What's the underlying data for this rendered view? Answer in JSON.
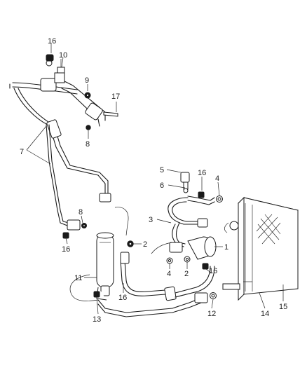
{
  "callouts": [
    {
      "id": "c16a",
      "text": "16"
    },
    {
      "id": "c10",
      "text": "10"
    },
    {
      "id": "c9",
      "text": "9"
    },
    {
      "id": "c17",
      "text": "17"
    },
    {
      "id": "c8a",
      "text": "8"
    },
    {
      "id": "c7",
      "text": "7"
    },
    {
      "id": "c5",
      "text": "5"
    },
    {
      "id": "c16b",
      "text": "16"
    },
    {
      "id": "c4a",
      "text": "4"
    },
    {
      "id": "c6",
      "text": "6"
    },
    {
      "id": "c3",
      "text": "3"
    },
    {
      "id": "c8b",
      "text": "8"
    },
    {
      "id": "c16c",
      "text": "16"
    },
    {
      "id": "c2a",
      "text": "2"
    },
    {
      "id": "c1",
      "text": "1"
    },
    {
      "id": "c4b",
      "text": "4"
    },
    {
      "id": "c2b",
      "text": "2"
    },
    {
      "id": "c16d",
      "text": "16"
    },
    {
      "id": "c11",
      "text": "11"
    },
    {
      "id": "c16e",
      "text": "16"
    },
    {
      "id": "c12",
      "text": "12"
    },
    {
      "id": "c14",
      "text": "14"
    },
    {
      "id": "c15",
      "text": "15"
    },
    {
      "id": "c13",
      "text": "13"
    }
  ]
}
